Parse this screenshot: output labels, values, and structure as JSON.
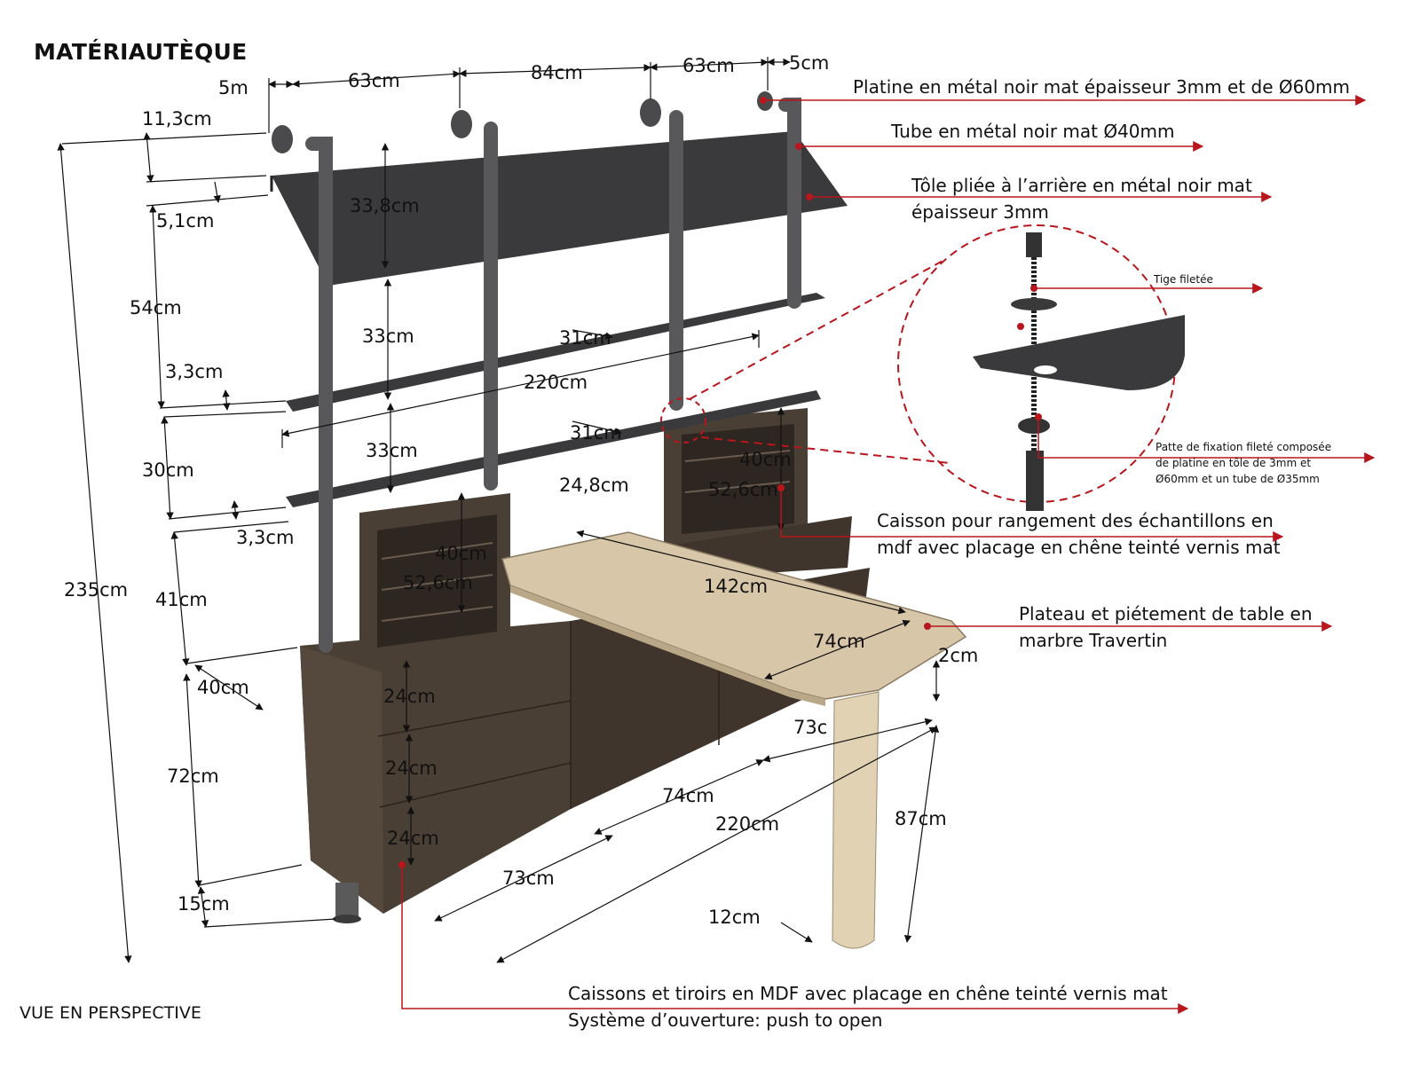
{
  "title": "MATÉRIAUTÈQUE",
  "view_label": "VUE EN PERSPECTIVE",
  "dimensions": {
    "d_5m": "5m",
    "d_63a": "63cm",
    "d_84": "84cm",
    "d_63b": "63cm",
    "d_5cm": "5cm",
    "d_11_3": "11,3cm",
    "d_5_1": "5,1cm",
    "d_33_8": "33,8cm",
    "d_54": "54cm",
    "d_33a": "33cm",
    "d_31a": "31cm",
    "d_3_3a": "3,3cm",
    "d_220a": "220cm",
    "d_30": "30cm",
    "d_33b": "33cm",
    "d_31b": "31cm",
    "d_24_8": "24,8cm",
    "d_40a": "40cm",
    "d_52_6a": "52,6cm",
    "d_3_3b": "3,3cm",
    "d_235": "235cm",
    "d_40b": "40cm",
    "d_52_6b": "52,6cm",
    "d_142": "142cm",
    "d_41": "41cm",
    "d_74a": "74cm",
    "d_2": "2cm",
    "d_40c": "40cm",
    "d_24a": "24cm",
    "d_73a": "73c",
    "d_72": "72cm",
    "d_24b": "24cm",
    "d_74b": "74cm",
    "d_220b": "220cm",
    "d_87": "87cm",
    "d_24c": "24cm",
    "d_73b": "73cm",
    "d_15": "15cm",
    "d_12": "12cm"
  },
  "notes": {
    "platine": "Platine en métal noir mat épaisseur 3mm et de Ø60mm",
    "tube": "Tube en métal noir mat Ø40mm",
    "tole_l1": "Tôle pliée à l’arrière en métal noir mat",
    "tole_l2": "épaisseur 3mm",
    "tige": "Tige filetée",
    "patte_l1": "Patte de fixation fileté composée",
    "patte_l2": "de platine en tôle de 3mm et",
    "patte_l3": "Ø60mm et un tube de Ø35mm",
    "caisson_l1": "Caisson pour rangement des échantillons en",
    "caisson_l2": "mdf avec placage en chêne teinté vernis mat",
    "plateau_l1": "Plateau et piétement de table en",
    "plateau_l2": "marbre Travertin",
    "tiroirs_l1": "Caissons et tiroirs en MDF avec placage en chêne teinté vernis mat",
    "tiroirs_l2": "Système d’ouverture: push to open"
  },
  "colors": {
    "metal": "#3a3a3c",
    "wood": "#4a3f35",
    "marble": "#d8c6a8",
    "leader": "#b8161c"
  }
}
